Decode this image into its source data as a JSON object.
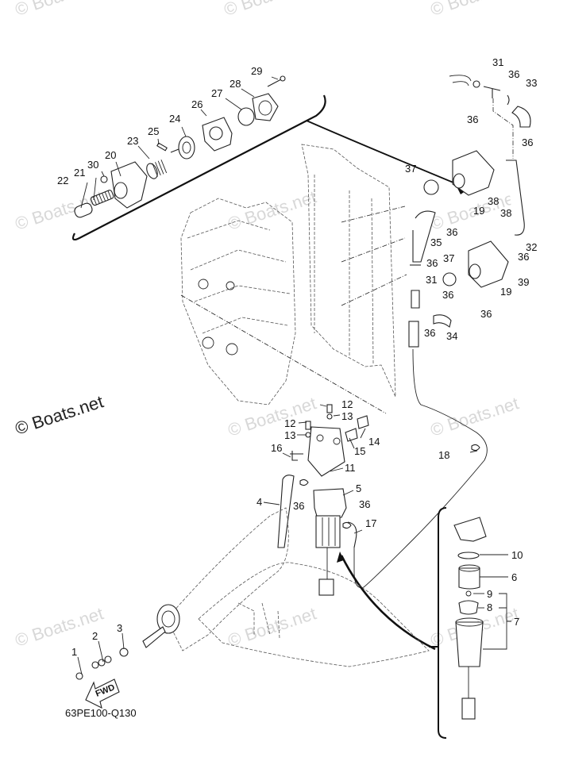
{
  "diagram": {
    "title": "Fuel Pump / Fuel Filter Parts Diagram",
    "drawing_code": "63PE100-Q130",
    "direction_label": "FWD",
    "watermark": "© Boats.net",
    "callouts": [
      {
        "id": "c1",
        "label": "1"
      },
      {
        "id": "c2",
        "label": "2"
      },
      {
        "id": "c3",
        "label": "3"
      },
      {
        "id": "c4",
        "label": "4"
      },
      {
        "id": "c5",
        "label": "5"
      },
      {
        "id": "c6",
        "label": "6"
      },
      {
        "id": "c7",
        "label": "7"
      },
      {
        "id": "c8",
        "label": "8"
      },
      {
        "id": "c9",
        "label": "9"
      },
      {
        "id": "c10",
        "label": "10"
      },
      {
        "id": "c11",
        "label": "11"
      },
      {
        "id": "c12a",
        "label": "12"
      },
      {
        "id": "c12b",
        "label": "12"
      },
      {
        "id": "c13a",
        "label": "13"
      },
      {
        "id": "c13b",
        "label": "13"
      },
      {
        "id": "c14",
        "label": "14"
      },
      {
        "id": "c15",
        "label": "15"
      },
      {
        "id": "c16",
        "label": "16"
      },
      {
        "id": "c17",
        "label": "17"
      },
      {
        "id": "c18",
        "label": "18"
      },
      {
        "id": "c19a",
        "label": "19"
      },
      {
        "id": "c19b",
        "label": "19"
      },
      {
        "id": "c20",
        "label": "20"
      },
      {
        "id": "c21",
        "label": "21"
      },
      {
        "id": "c22",
        "label": "22"
      },
      {
        "id": "c23",
        "label": "23"
      },
      {
        "id": "c24",
        "label": "24"
      },
      {
        "id": "c25",
        "label": "25"
      },
      {
        "id": "c26",
        "label": "26"
      },
      {
        "id": "c27",
        "label": "27"
      },
      {
        "id": "c28",
        "label": "28"
      },
      {
        "id": "c29",
        "label": "29"
      },
      {
        "id": "c30",
        "label": "30"
      },
      {
        "id": "c31a",
        "label": "31"
      },
      {
        "id": "c31b",
        "label": "31"
      },
      {
        "id": "c32",
        "label": "32"
      },
      {
        "id": "c33",
        "label": "33"
      },
      {
        "id": "c34",
        "label": "34"
      },
      {
        "id": "c35",
        "label": "35"
      },
      {
        "id": "c36a",
        "label": "36"
      },
      {
        "id": "c36b",
        "label": "36"
      },
      {
        "id": "c36c",
        "label": "36"
      },
      {
        "id": "c36d",
        "label": "36"
      },
      {
        "id": "c36e",
        "label": "36"
      },
      {
        "id": "c36f",
        "label": "36"
      },
      {
        "id": "c36g",
        "label": "36"
      },
      {
        "id": "c36h",
        "label": "36"
      },
      {
        "id": "c36i",
        "label": "36"
      },
      {
        "id": "c36j",
        "label": "36"
      },
      {
        "id": "c36k",
        "label": "36"
      },
      {
        "id": "c37a",
        "label": "37"
      },
      {
        "id": "c37b",
        "label": "37"
      },
      {
        "id": "c38a",
        "label": "38"
      },
      {
        "id": "c38b",
        "label": "38"
      },
      {
        "id": "c39",
        "label": "39"
      }
    ]
  }
}
